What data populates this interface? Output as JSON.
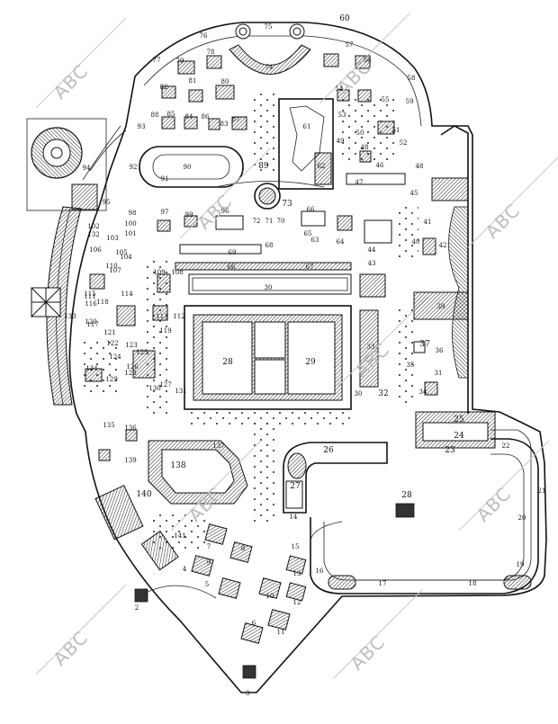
{
  "watermark": {
    "text": "ABC",
    "color": "#bdbdbd"
  },
  "colors": {
    "ink": "#111111",
    "paper": "#ffffff"
  },
  "labels": [
    "2",
    "3",
    "4",
    "5",
    "6",
    "7",
    "8",
    "9",
    "10",
    "11",
    "12",
    "13",
    "14",
    "15",
    "16",
    "17",
    "18",
    "19",
    "20",
    "21",
    "22",
    "23",
    "24",
    "25",
    "26",
    "27",
    "28",
    "28",
    "29",
    "30",
    "30",
    "31",
    "32",
    "33",
    "34",
    "35",
    "36",
    "37",
    "39",
    "40",
    "41",
    "42",
    "43",
    "44",
    "45",
    "46",
    "47",
    "48",
    "48",
    "49",
    "50",
    "51",
    "52",
    "53",
    "54",
    "55",
    "56",
    "57",
    "58",
    "59",
    "60",
    "61",
    "62",
    "63",
    "64",
    "65",
    "66",
    "66",
    "67",
    "68",
    "69",
    "70",
    "71",
    "72",
    "73",
    "74",
    "75",
    "76",
    "77",
    "78",
    "79",
    "80",
    "81",
    "82",
    "83",
    "84",
    "85",
    "86",
    "87",
    "88",
    "89",
    "90",
    "91",
    "92",
    "93",
    "94",
    "95",
    "96",
    "97",
    "98",
    "99",
    "100",
    "101",
    "102",
    "103",
    "104",
    "105",
    "106",
    "107",
    "108",
    "109",
    "110",
    "111",
    "112",
    "113",
    "114",
    "115",
    "116",
    "117",
    "118",
    "119",
    "120",
    "121",
    "122",
    "123",
    "124",
    "125",
    "126",
    "127",
    "128",
    "129",
    "130",
    "131",
    "132",
    "133",
    "134",
    "135",
    "136",
    "137",
    "138",
    "139",
    "140",
    "141"
  ]
}
